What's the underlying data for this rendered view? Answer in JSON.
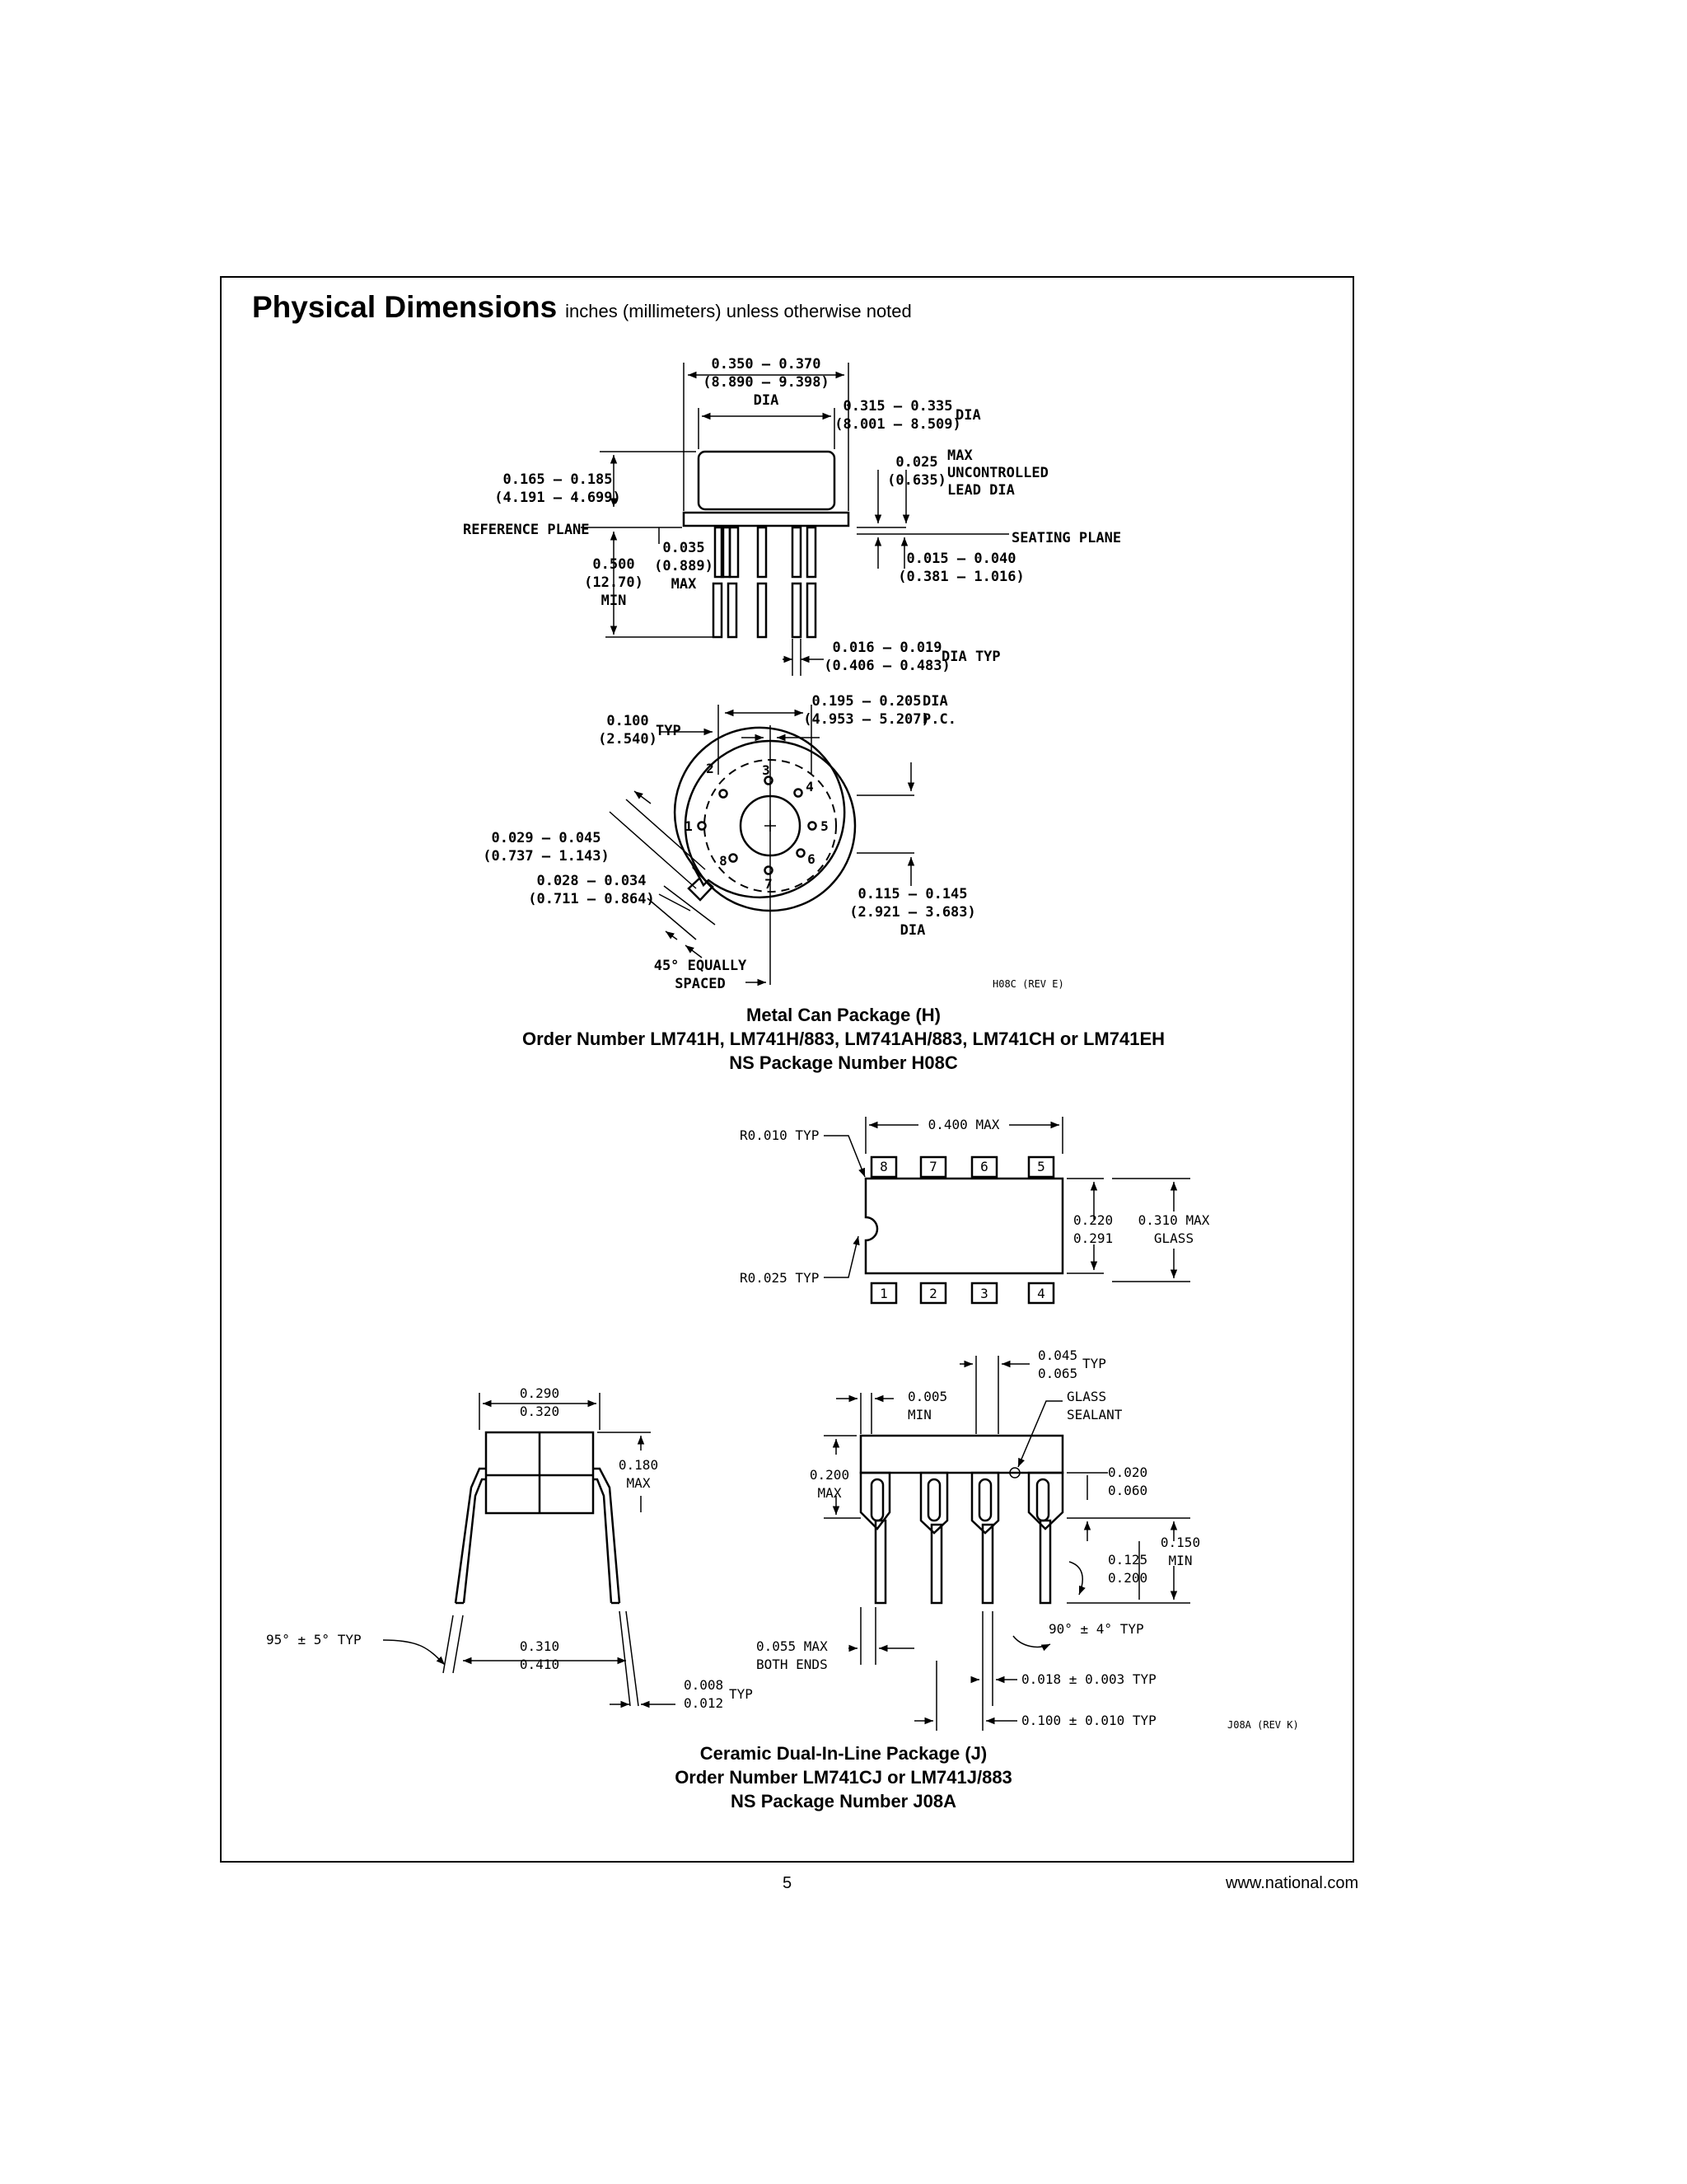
{
  "header": {
    "title": "Physical Dimensions",
    "subtitle": "inches (millimeters) unless otherwise noted"
  },
  "metal_can": {
    "dims": {
      "body_width": "0.350 – 0.370",
      "body_width_mm": "(8.890 – 9.398)",
      "body_width_note": "DIA",
      "cap_dia": "0.315 – 0.335",
      "cap_dia_mm": "(8.001 – 8.509)",
      "cap_dia_note": "DIA",
      "lead_max": "0.025",
      "lead_max_mm": "(0.635)",
      "lead_max_note": "MAX",
      "lead_note_1": "UNCONTROLLED",
      "lead_note_2": "LEAD DIA",
      "height": "0.165 – 0.185",
      "height_mm": "(4.191 – 4.699)",
      "reference_plane": "REFERENCE PLANE",
      "seating_plane": "SEATING PLANE",
      "flange": "0.035",
      "flange_mm": "(0.889)",
      "flange_note": "MAX",
      "lead_length": "0.500",
      "lead_length_mm": "(12.70)",
      "lead_length_note": "MIN",
      "standoff": "0.015 – 0.040",
      "standoff_mm": "(0.381 – 1.016)",
      "lead_dia": "0.016 – 0.019",
      "lead_dia_mm": "(0.406 – 0.483)",
      "lead_dia_note": "DIA TYP",
      "pitch": "0.100",
      "pitch_mm": "(2.540)",
      "pitch_note": "TYP",
      "pc_dia": "0.195 – 0.205",
      "pc_dia_mm": "(4.953 – 5.207)",
      "pc_dia_note_1": "DIA",
      "pc_dia_note_2": "P.C.",
      "tab_len": "0.029 – 0.045",
      "tab_len_mm": "(0.737 – 1.143)",
      "tab_wid": "0.028 – 0.034",
      "tab_wid_mm": "(0.711 – 0.864)",
      "inner_dia": "0.115 – 0.145",
      "inner_dia_mm": "(2.921 – 3.683)",
      "inner_dia_note": "DIA",
      "spacing_1": "45° EQUALLY",
      "spacing_2": "SPACED",
      "rev": "H08C (REV E)"
    },
    "pins": [
      "1",
      "2",
      "3",
      "4",
      "5",
      "6",
      "7",
      "8"
    ],
    "caption": [
      "Metal Can Package (H)",
      "Order Number LM741H, LM741H/883, LM741AH/883, LM741CH or LM741EH",
      "NS Package Number H08C"
    ]
  },
  "dip": {
    "dims": {
      "width_max": "0.400 MAX",
      "r_top": "R0.010 TYP",
      "r_bottom": "R0.025 TYP",
      "body_w_1": "0.220",
      "body_w_2": "0.291",
      "glass_w_1": "0.310 MAX",
      "glass_w_2": "GLASS",
      "end_w_1": "0.290",
      "end_w_2": "0.320",
      "end_h_1": "0.180",
      "end_h_2": "MAX",
      "angle": "95° ± 5° TYP",
      "row_sp_1": "0.310",
      "row_sp_2": "0.410",
      "lead_t_1": "0.008",
      "lead_t_2": "0.012",
      "lead_t_note": "TYP",
      "shoulder_1": "0.045",
      "shoulder_2": "0.065",
      "shoulder_note": "TYP",
      "min_gap_1": "0.005",
      "min_gap_2": "MIN",
      "sealant_1": "GLASS",
      "sealant_2": "SEALANT",
      "height_1": "0.200",
      "height_2": "MAX",
      "standoff_1": "0.020",
      "standoff_2": "0.060",
      "lead_len_1": "0.150",
      "lead_len_2": "MIN",
      "seat_1": "0.125",
      "seat_2": "0.200",
      "bend": "90° ± 4° TYP",
      "end_max_1": "0.055 MAX",
      "end_max_2": "BOTH ENDS",
      "lead_w": "0.018 ± 0.003 TYP",
      "pitch": "0.100 ± 0.010 TYP",
      "rev": "J08A (REV K)"
    },
    "pins_top": [
      "8",
      "7",
      "6",
      "5"
    ],
    "pins_bottom": [
      "1",
      "2",
      "3",
      "4"
    ],
    "caption": [
      "Ceramic Dual-In-Line Package (J)",
      "Order Number LM741CJ or LM741J/883",
      "NS Package Number J08A"
    ]
  },
  "footer": {
    "page_number": "5",
    "website": "www.national.com"
  }
}
